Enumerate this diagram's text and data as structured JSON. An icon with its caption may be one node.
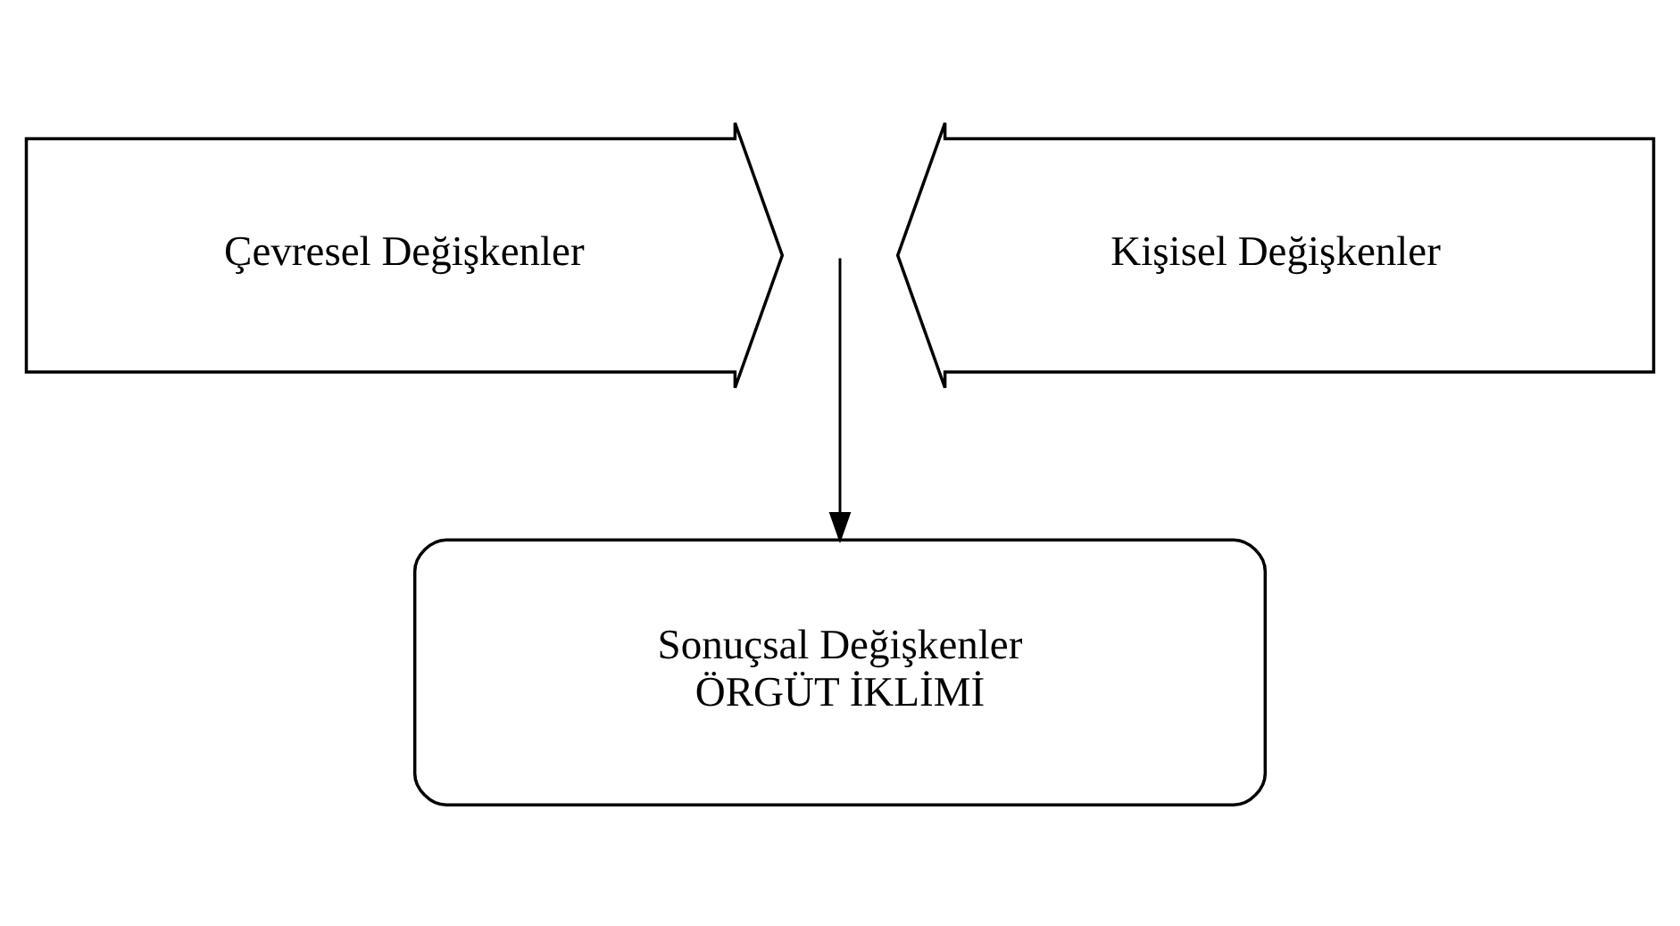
{
  "diagram": {
    "nodes": [
      {
        "text": [
          "Çevresel Değişkenler"
        ]
      },
      {
        "text": [
          "Kişisel Değişkenler"
        ]
      },
      {
        "text": [
          "Sonuçsal Değişkenler",
          "ÖRGÜT İKLİMİ"
        ]
      }
    ],
    "edges": [
      {
        "from": null,
        "to": 2,
        "arrow": "to"
      }
    ]
  }
}
